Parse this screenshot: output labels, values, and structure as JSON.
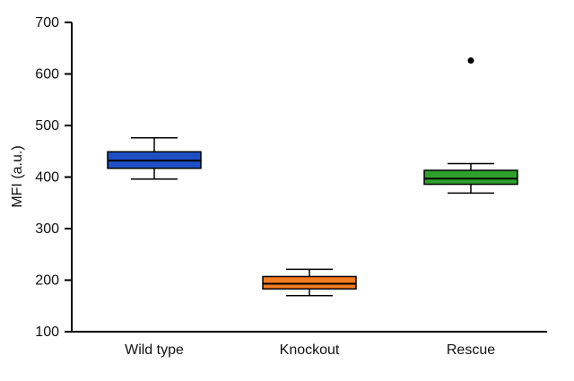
{
  "chart_data": {
    "type": "box",
    "ylabel": "MFI (a.u.)",
    "ylim": [
      100,
      700
    ],
    "yticks": [
      100,
      200,
      300,
      400,
      500,
      600,
      700
    ],
    "categories": [
      "Wild type",
      "Knockout",
      "Rescue"
    ],
    "boxes": [
      {
        "category": "Wild type",
        "whisker_low": 396,
        "q1": 417,
        "median": 432,
        "q3": 449,
        "whisker_high": 476,
        "outliers": [],
        "color": "#1f4fc4"
      },
      {
        "category": "Knockout",
        "whisker_low": 170,
        "q1": 183,
        "median": 193,
        "q3": 207,
        "whisker_high": 221,
        "outliers": [],
        "color": "#f47b20"
      },
      {
        "category": "Rescue",
        "whisker_low": 369,
        "q1": 386,
        "median": 397,
        "q3": 413,
        "whisker_high": 426,
        "outliers": [
          626
        ],
        "color": "#2ea02c"
      }
    ]
  }
}
